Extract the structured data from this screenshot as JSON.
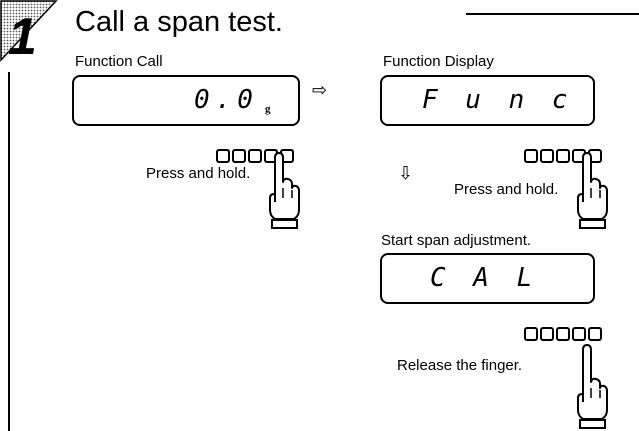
{
  "step": {
    "number": "1",
    "heading": "Call a span test."
  },
  "panels": {
    "function_call": {
      "title": "Function Call",
      "display": "0.0",
      "unit": "g",
      "instruction": "Press and hold."
    },
    "function_display": {
      "title": "Function Display",
      "display": "F u n c",
      "instruction": "Press and hold."
    },
    "span_adjustment": {
      "title": "Start span adjustment.",
      "display": "C A L",
      "instruction": "Release the finger."
    }
  },
  "arrows": {
    "right": "⇨",
    "down": "⇩"
  },
  "icons": [
    "step-number-icon",
    "right-arrow-icon",
    "down-arrow-icon",
    "finger-press-icon",
    "finger-release-icon",
    "key-row-icon"
  ]
}
